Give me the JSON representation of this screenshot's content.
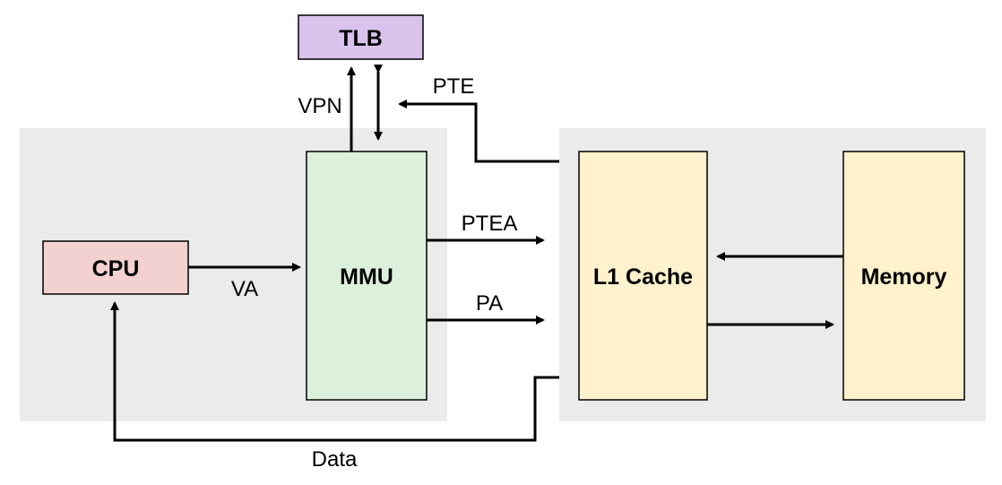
{
  "colors": {
    "background": "#ffffff",
    "region": "#ebebeb",
    "tlb": "#d9c3ec",
    "cpu": "#f4d1d1",
    "mmu": "#dcf1dc",
    "cache": "#fff2cc",
    "memory": "#fff2cc",
    "stroke": "#000000"
  },
  "boxes": {
    "tlb": "TLB",
    "cpu": "CPU",
    "mmu": "MMU",
    "cache": "L1 Cache",
    "memory": "Memory"
  },
  "labels": {
    "vpn": "VPN",
    "pte": "PTE",
    "va": "VA",
    "ptea": "PTEA",
    "pa": "PA",
    "data": "Data"
  }
}
